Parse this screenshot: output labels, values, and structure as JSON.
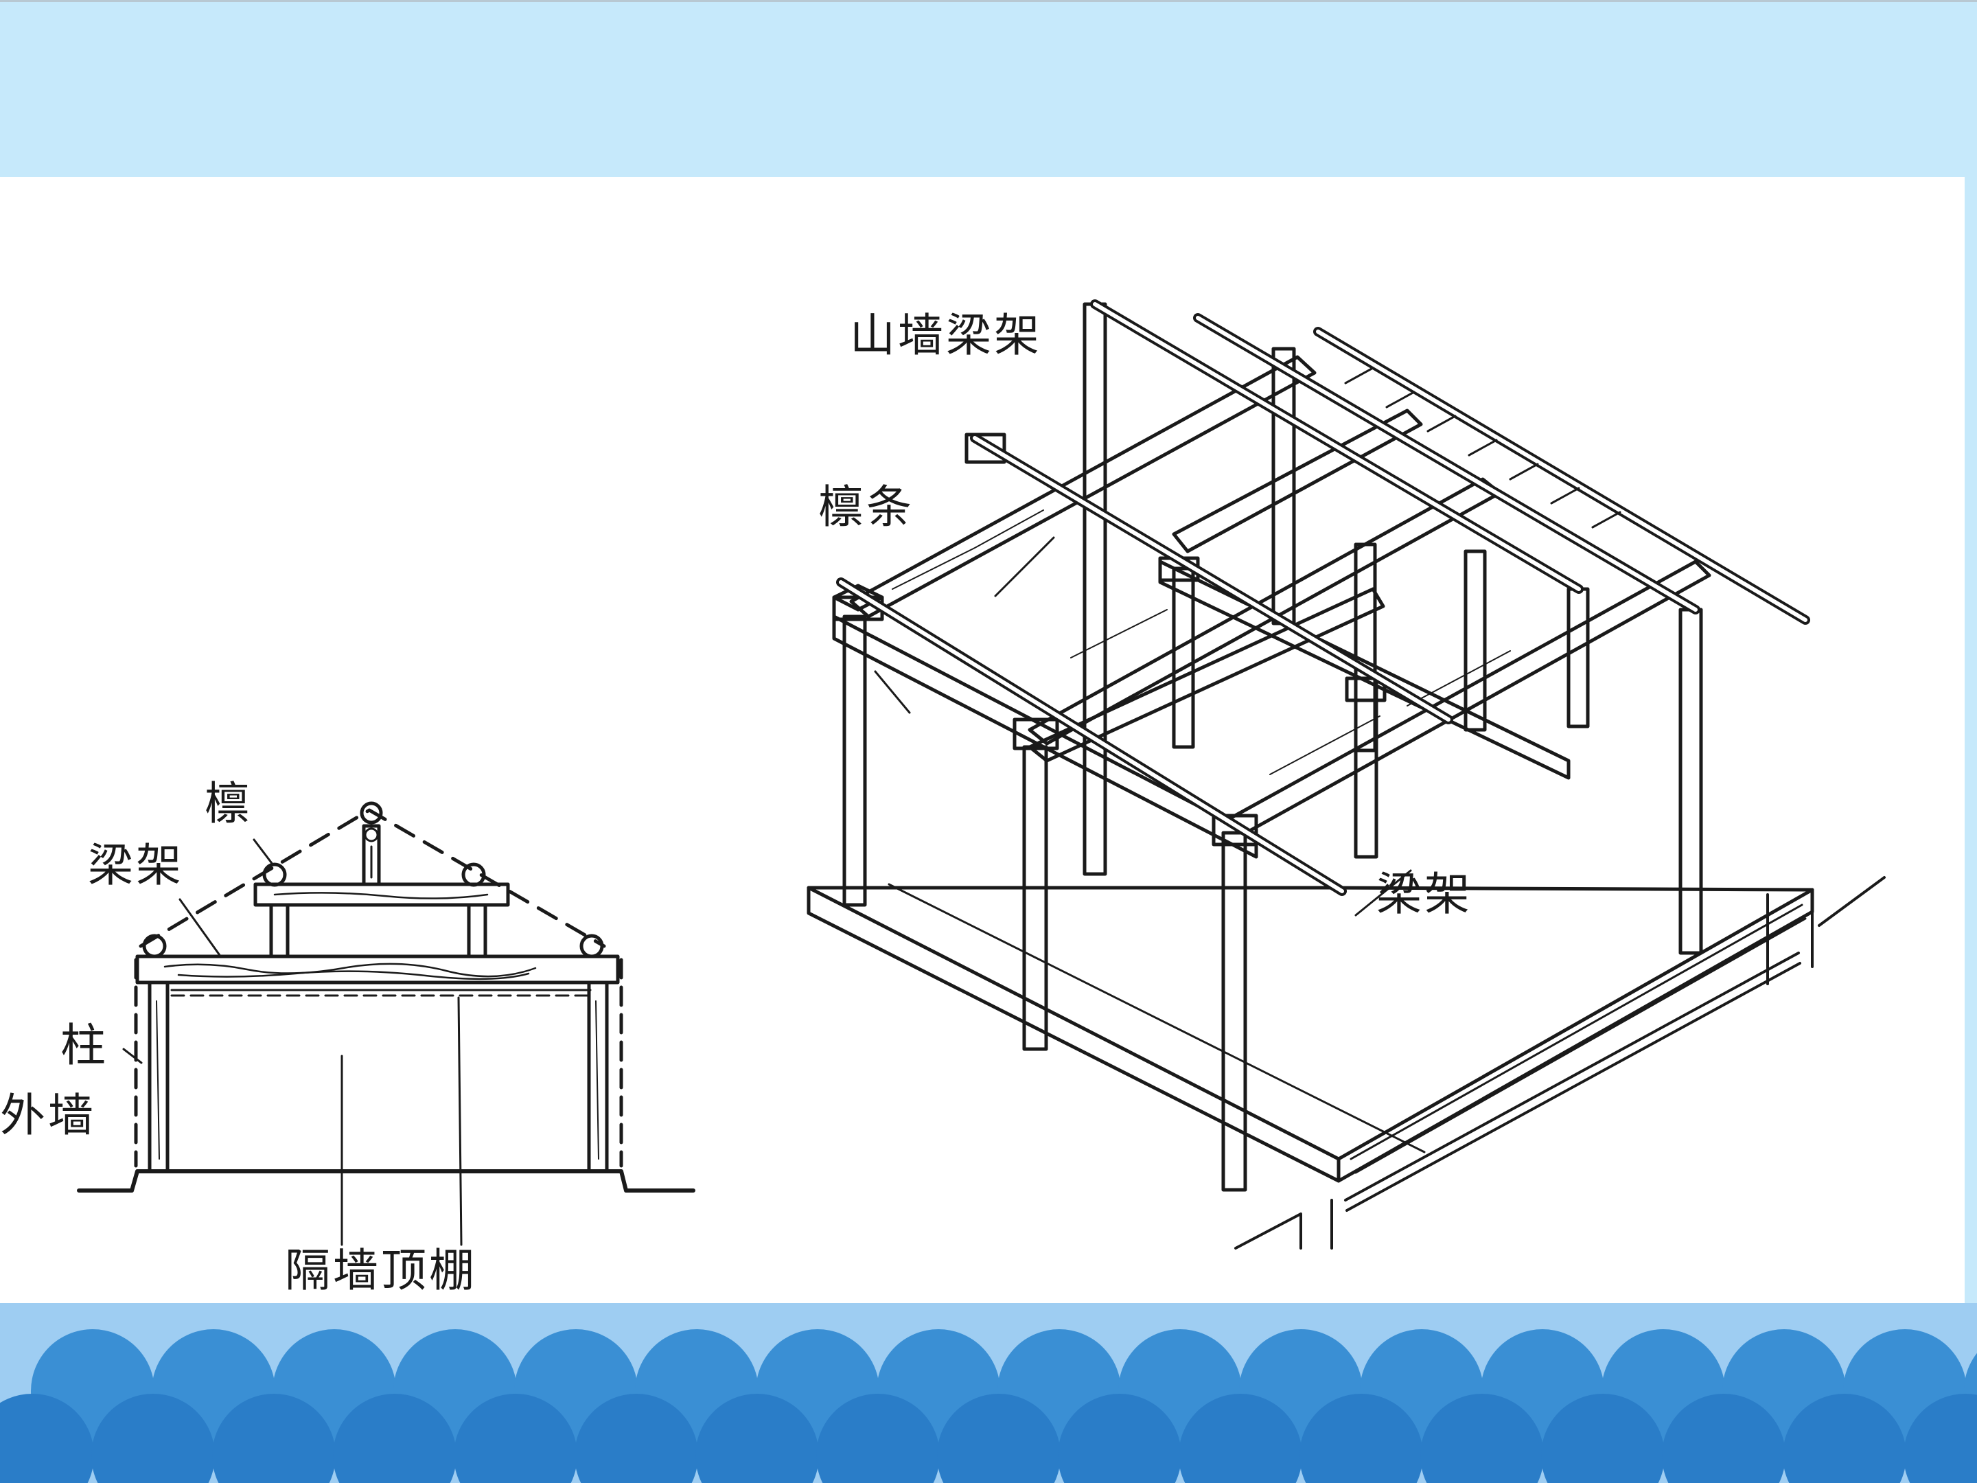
{
  "section_view": {
    "labels": {
      "purlin": "檩",
      "beam_frame": "梁架",
      "column": "柱",
      "outer_wall": "外墙",
      "partition_ceiling": "隔墙顶棚"
    }
  },
  "isometric_view": {
    "labels": {
      "gable_beam_frame": "山墙梁架",
      "purlin_strip": "檩条",
      "beam_frame": "梁架"
    }
  },
  "colors": {
    "sky": "#c6e9fb",
    "panel": "#ffffff",
    "band": "#9ecdf2",
    "scallop_light": "#3a8fd4",
    "scallop_dark": "#2a7dc8",
    "ink": "#1a1a1a"
  }
}
